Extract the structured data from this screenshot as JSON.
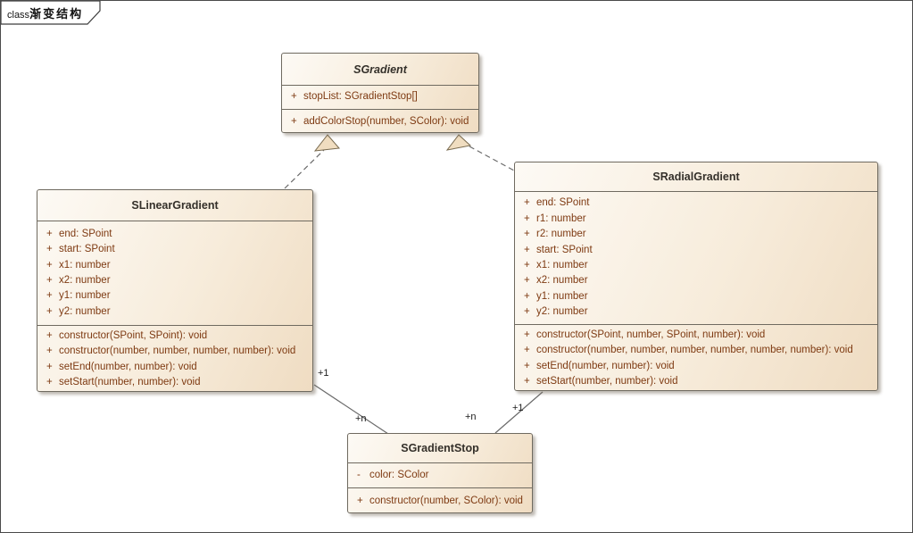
{
  "frame": {
    "keyword": "class",
    "name": "渐变结构"
  },
  "colors": {
    "fill_light": "#fdfaf5",
    "fill_dark": "#efdcc2",
    "box_border": "#6f6a60",
    "title_text": "#34302a",
    "member_text": "#7e3a12",
    "wire": "#6a6a6a",
    "arrow_fill": "#f0ddc0",
    "arrow_stroke": "#77694e"
  },
  "classes": [
    {
      "name": "SGradient",
      "abstract": true,
      "attributes": [
        {
          "vis": "+",
          "text": "stopList: SGradientStop[]"
        }
      ],
      "methods": [
        {
          "vis": "+",
          "text": "addColorStop(number, SColor): void"
        }
      ]
    },
    {
      "name": "SLinearGradient",
      "abstract": false,
      "attributes": [
        {
          "vis": "+",
          "text": "end: SPoint"
        },
        {
          "vis": "+",
          "text": "start: SPoint"
        },
        {
          "vis": "+",
          "text": "x1: number"
        },
        {
          "vis": "+",
          "text": "x2: number"
        },
        {
          "vis": "+",
          "text": "y1: number"
        },
        {
          "vis": "+",
          "text": "y2: number"
        }
      ],
      "methods": [
        {
          "vis": "+",
          "text": "constructor(SPoint, SPoint): void"
        },
        {
          "vis": "+",
          "text": "constructor(number, number, number, number): void"
        },
        {
          "vis": "+",
          "text": "setEnd(number, number): void"
        },
        {
          "vis": "+",
          "text": "setStart(number, number): void"
        }
      ]
    },
    {
      "name": "SRadialGradient",
      "abstract": false,
      "attributes": [
        {
          "vis": "+",
          "text": "end: SPoint"
        },
        {
          "vis": "+",
          "text": "r1: number"
        },
        {
          "vis": "+",
          "text": "r2: number"
        },
        {
          "vis": "+",
          "text": "start: SPoint"
        },
        {
          "vis": "+",
          "text": "x1: number"
        },
        {
          "vis": "+",
          "text": "x2: number"
        },
        {
          "vis": "+",
          "text": "y1: number"
        },
        {
          "vis": "+",
          "text": "y2: number"
        }
      ],
      "methods": [
        {
          "vis": "+",
          "text": "constructor(SPoint, number, SPoint, number): void"
        },
        {
          "vis": "+",
          "text": "constructor(number, number, number, number, number, number): void"
        },
        {
          "vis": "+",
          "text": "setEnd(number, number): void"
        },
        {
          "vis": "+",
          "text": "setStart(number, number): void"
        }
      ]
    },
    {
      "name": "SGradientStop",
      "abstract": false,
      "attributes": [
        {
          "vis": "-",
          "text": "color: SColor"
        }
      ],
      "methods": [
        {
          "vis": "+",
          "text": "constructor(number, SColor): void"
        }
      ]
    }
  ],
  "connectors": {
    "labels": [
      {
        "text": "+1"
      },
      {
        "text": "+n"
      },
      {
        "text": "+1"
      },
      {
        "text": "+n"
      }
    ]
  }
}
